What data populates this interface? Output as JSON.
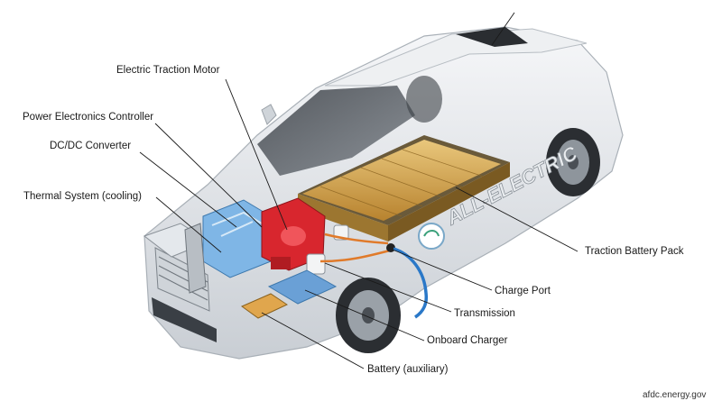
{
  "labels": {
    "electric_traction_motor": "Electric Traction Motor",
    "power_electronics_controller": "Power Electronics Controller",
    "dc_dc_converter": "DC/DC Converter",
    "thermal_system": "Thermal System (cooling)",
    "traction_battery_pack": "Traction Battery Pack",
    "charge_port": "Charge Port",
    "transmission": "Transmission",
    "onboard_charger": "Onboard Charger",
    "battery_auxiliary": "Battery (auxiliary)"
  },
  "car_text": "ALL-ELECTRIC",
  "credit": "afdc.energy.gov",
  "colors": {
    "leader_line": "#1a1a1a",
    "car_body": "#e9ecef",
    "battery_cells": "#d8a64a",
    "cooling": "#7fb6e6",
    "motor": "#d8262e",
    "charge_cable": "#2a78c8"
  }
}
